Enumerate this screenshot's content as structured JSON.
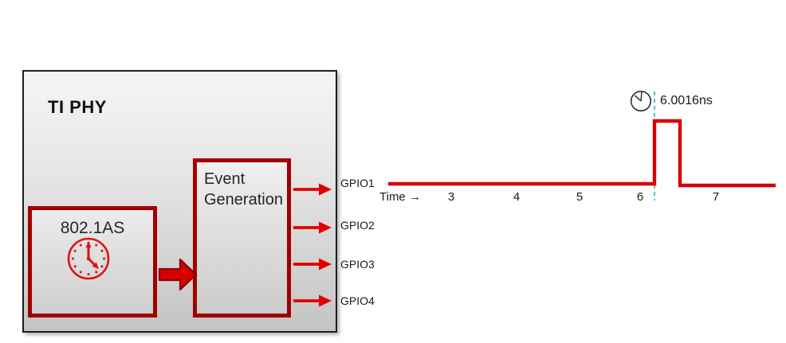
{
  "diagram": {
    "phy_title": "TI PHY",
    "clock_block": {
      "label": "802.1AS",
      "icon": "analog-clock-icon"
    },
    "event_block": {
      "label": "Event Generation"
    },
    "gpio_outputs": [
      "GPIO1",
      "GPIO2",
      "GPIO3",
      "GPIO4"
    ]
  },
  "waveform": {
    "type": "line",
    "signal": "GPIO1",
    "time_axis_label": "Time →",
    "tick_labels": [
      "3",
      "4",
      "5",
      "6",
      "7"
    ],
    "annotation": {
      "icon": "timer-clock-icon",
      "text": "6.0016ns"
    },
    "pulse": {
      "low": 0,
      "high": 1,
      "rises_at": 6.2,
      "falls_at": 6.55
    }
  },
  "colors": {
    "border_dark_red": "#a00000",
    "signal_red": "#d90000",
    "arrow_outline_red": "#8f0000",
    "marker_cyan": "#5bb8d4",
    "box_gradient_top": "#f5f5f5",
    "box_gradient_bottom": "#c4c4c4"
  }
}
